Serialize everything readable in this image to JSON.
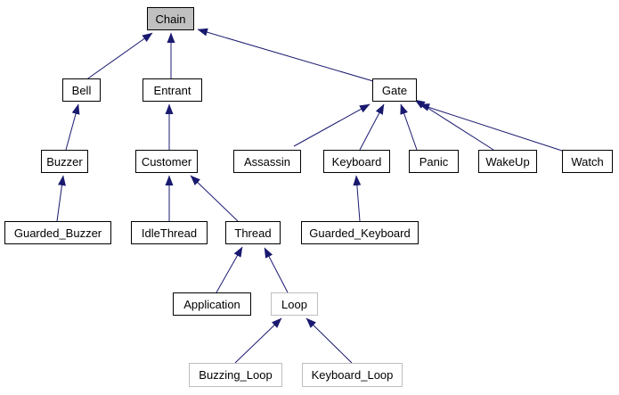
{
  "diagram": {
    "type": "inheritance-graph",
    "colors": {
      "edge": "#191970",
      "node_border": "#000000",
      "node_border_muted": "#bebebe",
      "node_fill": "#ffffff",
      "node_fill_highlight": "#c0c0c0",
      "node_text": "#000000",
      "background": "#ffffff"
    },
    "nodes": [
      {
        "id": "chain",
        "label": "Chain",
        "style": "highlight"
      },
      {
        "id": "bell",
        "label": "Bell",
        "style": "default"
      },
      {
        "id": "entrant",
        "label": "Entrant",
        "style": "default"
      },
      {
        "id": "gate",
        "label": "Gate",
        "style": "default"
      },
      {
        "id": "buzzer",
        "label": "Buzzer",
        "style": "default"
      },
      {
        "id": "customer",
        "label": "Customer",
        "style": "default"
      },
      {
        "id": "assassin",
        "label": "Assassin",
        "style": "default"
      },
      {
        "id": "keyboard",
        "label": "Keyboard",
        "style": "default"
      },
      {
        "id": "panic",
        "label": "Panic",
        "style": "default"
      },
      {
        "id": "wakeup",
        "label": "WakeUp",
        "style": "default"
      },
      {
        "id": "watch",
        "label": "Watch",
        "style": "default"
      },
      {
        "id": "guarded_buzzer",
        "label": "Guarded_Buzzer",
        "style": "default"
      },
      {
        "id": "idlethread",
        "label": "IdleThread",
        "style": "default"
      },
      {
        "id": "thread",
        "label": "Thread",
        "style": "default"
      },
      {
        "id": "guarded_keyboard",
        "label": "Guarded_Keyboard",
        "style": "default"
      },
      {
        "id": "application",
        "label": "Application",
        "style": "default"
      },
      {
        "id": "loop",
        "label": "Loop",
        "style": "muted"
      },
      {
        "id": "buzzing_loop",
        "label": "Buzzing_Loop",
        "style": "muted"
      },
      {
        "id": "keyboard_loop",
        "label": "Keyboard_Loop",
        "style": "muted"
      }
    ],
    "edges": [
      {
        "child": "Bell",
        "parent": "Chain"
      },
      {
        "child": "Entrant",
        "parent": "Chain"
      },
      {
        "child": "Gate",
        "parent": "Chain"
      },
      {
        "child": "Buzzer",
        "parent": "Bell"
      },
      {
        "child": "Customer",
        "parent": "Entrant"
      },
      {
        "child": "Guarded_Buzzer",
        "parent": "Buzzer"
      },
      {
        "child": "IdleThread",
        "parent": "Customer"
      },
      {
        "child": "Thread",
        "parent": "Customer"
      },
      {
        "child": "Assassin",
        "parent": "Gate"
      },
      {
        "child": "Keyboard",
        "parent": "Gate"
      },
      {
        "child": "Panic",
        "parent": "Gate"
      },
      {
        "child": "WakeUp",
        "parent": "Gate"
      },
      {
        "child": "Watch",
        "parent": "Gate"
      },
      {
        "child": "Guarded_Keyboard",
        "parent": "Keyboard"
      },
      {
        "child": "Application",
        "parent": "Thread"
      },
      {
        "child": "Loop",
        "parent": "Thread"
      },
      {
        "child": "Buzzing_Loop",
        "parent": "Loop"
      },
      {
        "child": "Keyboard_Loop",
        "parent": "Loop"
      }
    ]
  }
}
